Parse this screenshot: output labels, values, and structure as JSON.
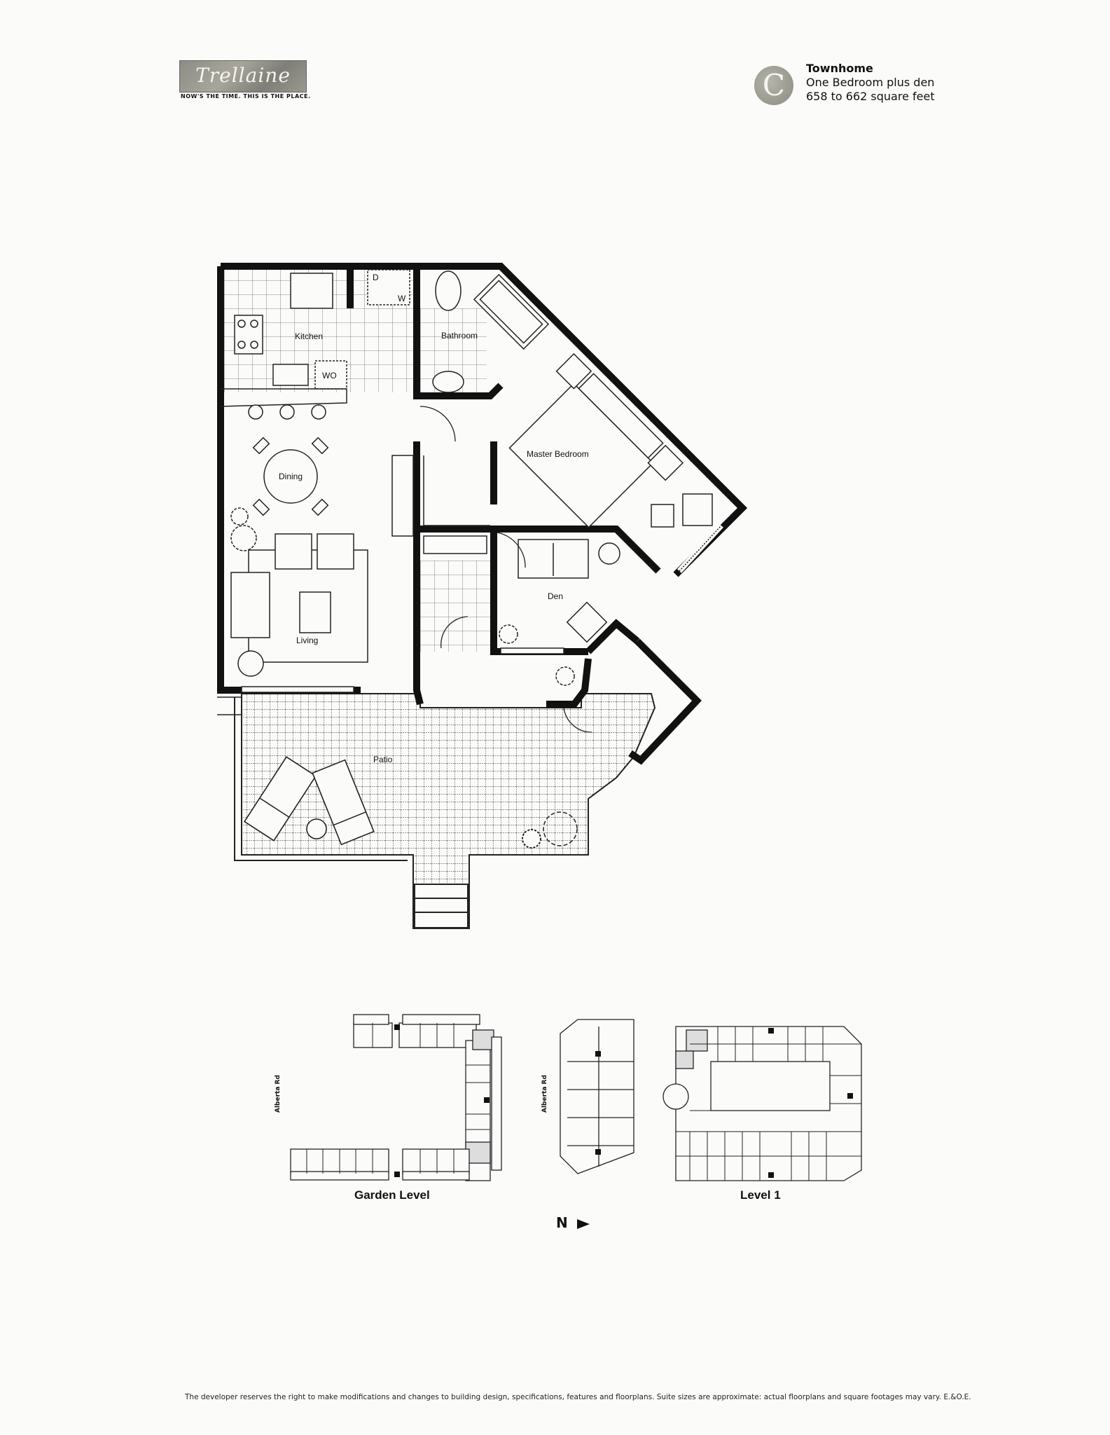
{
  "header": {
    "logo": {
      "wordmark": "Trellaine",
      "tagline": "NOW'S THE TIME. THIS IS THE PLACE."
    },
    "unit_badge": {
      "letter": "C"
    },
    "unit_info": {
      "type": "Townhome",
      "description": "One Bedroom plus den",
      "area": "658 to 662 square feet"
    }
  },
  "floorplan": {
    "rooms": {
      "kitchen": "Kitchen",
      "bathroom": "Bathroom",
      "master_bedroom": "Master Bedroom",
      "dining": "Dining",
      "living": "Living",
      "den": "Den",
      "patio": "Patio"
    },
    "appliance_labels": {
      "dishwasher": "WO",
      "dryer": "D",
      "washer": "W"
    }
  },
  "site_plans": {
    "garden_level": {
      "label": "Garden Level",
      "road": "Alberta Rd"
    },
    "level_1": {
      "label": "Level 1",
      "road": "Alberta Rd"
    },
    "north_indicator": {
      "label": "N",
      "icon": "arrow-right-icon"
    }
  },
  "footer": {
    "disclaimer": "The developer reserves the right to make modifications and changes to building design, specifications, features and floorplans. Suite sizes are approximate: actual floorplans and square footages may vary. E.&O.E."
  },
  "colors": {
    "background": "#fbfbf9",
    "wall": "#111111",
    "logo_bg": "#9a988e",
    "badge_bg": "#a3a298"
  }
}
